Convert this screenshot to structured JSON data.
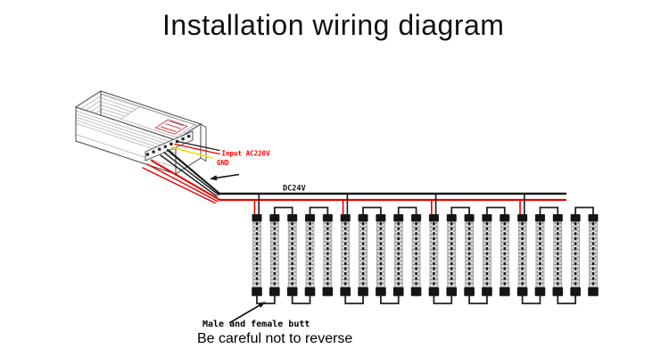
{
  "title": "Installation wiring diagram",
  "power_supply": {
    "terminal_labels": {
      "input": "Input AC220V",
      "ground": "GND"
    }
  },
  "bus": {
    "voltage_label": "DC24V",
    "wires": [
      {
        "name": "negative-bus",
        "color": "#1a1a1a"
      },
      {
        "name": "positive-bus",
        "color": "#e80000"
      }
    ]
  },
  "strips": {
    "count": 20,
    "groups": 4,
    "per_group": 5,
    "connection_pattern": "power drop at first strip of each group; butt jumpers alternate bottom (1-2, 3-4) and top (2-3, 4-5)"
  },
  "notes": {
    "connector": "Male and female butt",
    "caution": "Be careful not to reverse"
  },
  "colors": {
    "wire_red": "#e80000",
    "wire_black": "#1a1a1a",
    "wire_yellow": "#eedd00",
    "label_red": "#ff0000",
    "strip_body": "#d8d8d8",
    "strip_rail": "#555555",
    "connector_black": "#151515",
    "jumper": "#222222"
  }
}
